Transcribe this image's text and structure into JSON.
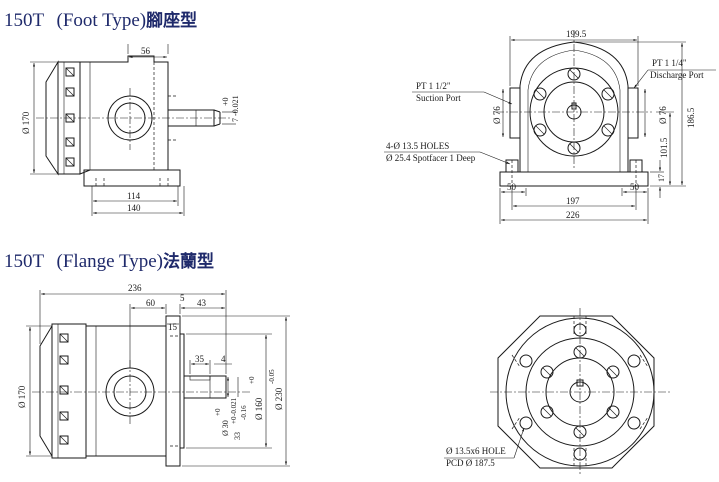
{
  "sections": {
    "foot": {
      "model": "150T",
      "type_text": "(Foot Type)",
      "cjk": "腳座型"
    },
    "flange": {
      "model": "150T",
      "type_text": "(Flange Type)",
      "cjk": "法蘭型"
    }
  },
  "foot_side": {
    "dia_body": "Ø 170",
    "dim_top": "56",
    "dim_114": "114",
    "dim_140": "140",
    "shaft_tol_top": "+0",
    "shaft_tol_bottom": "7 -0.021"
  },
  "foot_front": {
    "dim_width_top": "199.5",
    "pt_discharge": "PT 1 1/4\"",
    "discharge_label": "Discharge Port",
    "pt_suction": "PT 1 1/2\"",
    "suction_label": "Suction Port",
    "dia_left": "Ø 76",
    "dia_right": "Ø 76",
    "height_total": "186.5",
    "height_center": "101.5",
    "foot_thickness": "17",
    "holes": "4-Ø 13.5 HOLES",
    "spotface": "Ø 25.4 Spotfacer 1 Deep",
    "foot_left": "50",
    "foot_right": "50",
    "dim_197": "197",
    "dim_226": "226"
  },
  "flange_side": {
    "dim_236": "236",
    "dim_60": "60",
    "dim_5": "5",
    "dim_43": "43",
    "dim_15": "15",
    "dim_35": "35",
    "dim_4": "4",
    "dia_body": "Ø 170",
    "shaft_dia": "Ø 30",
    "shaft_tol_top": "+0",
    "shaft_tol_bottom": "-0.021",
    "key_dim": "33",
    "key_tol_top": "+0",
    "key_tol_bottom": "-0.16",
    "pilot_dia": "Ø 160",
    "pilot_tol_top": "+0",
    "pilot_tol_bottom": "-0.05",
    "flange_dia": "Ø 230"
  },
  "flange_front": {
    "holes": "Ø 13.5x6 HOLE",
    "pcd": "PCD Ø 187.5"
  }
}
